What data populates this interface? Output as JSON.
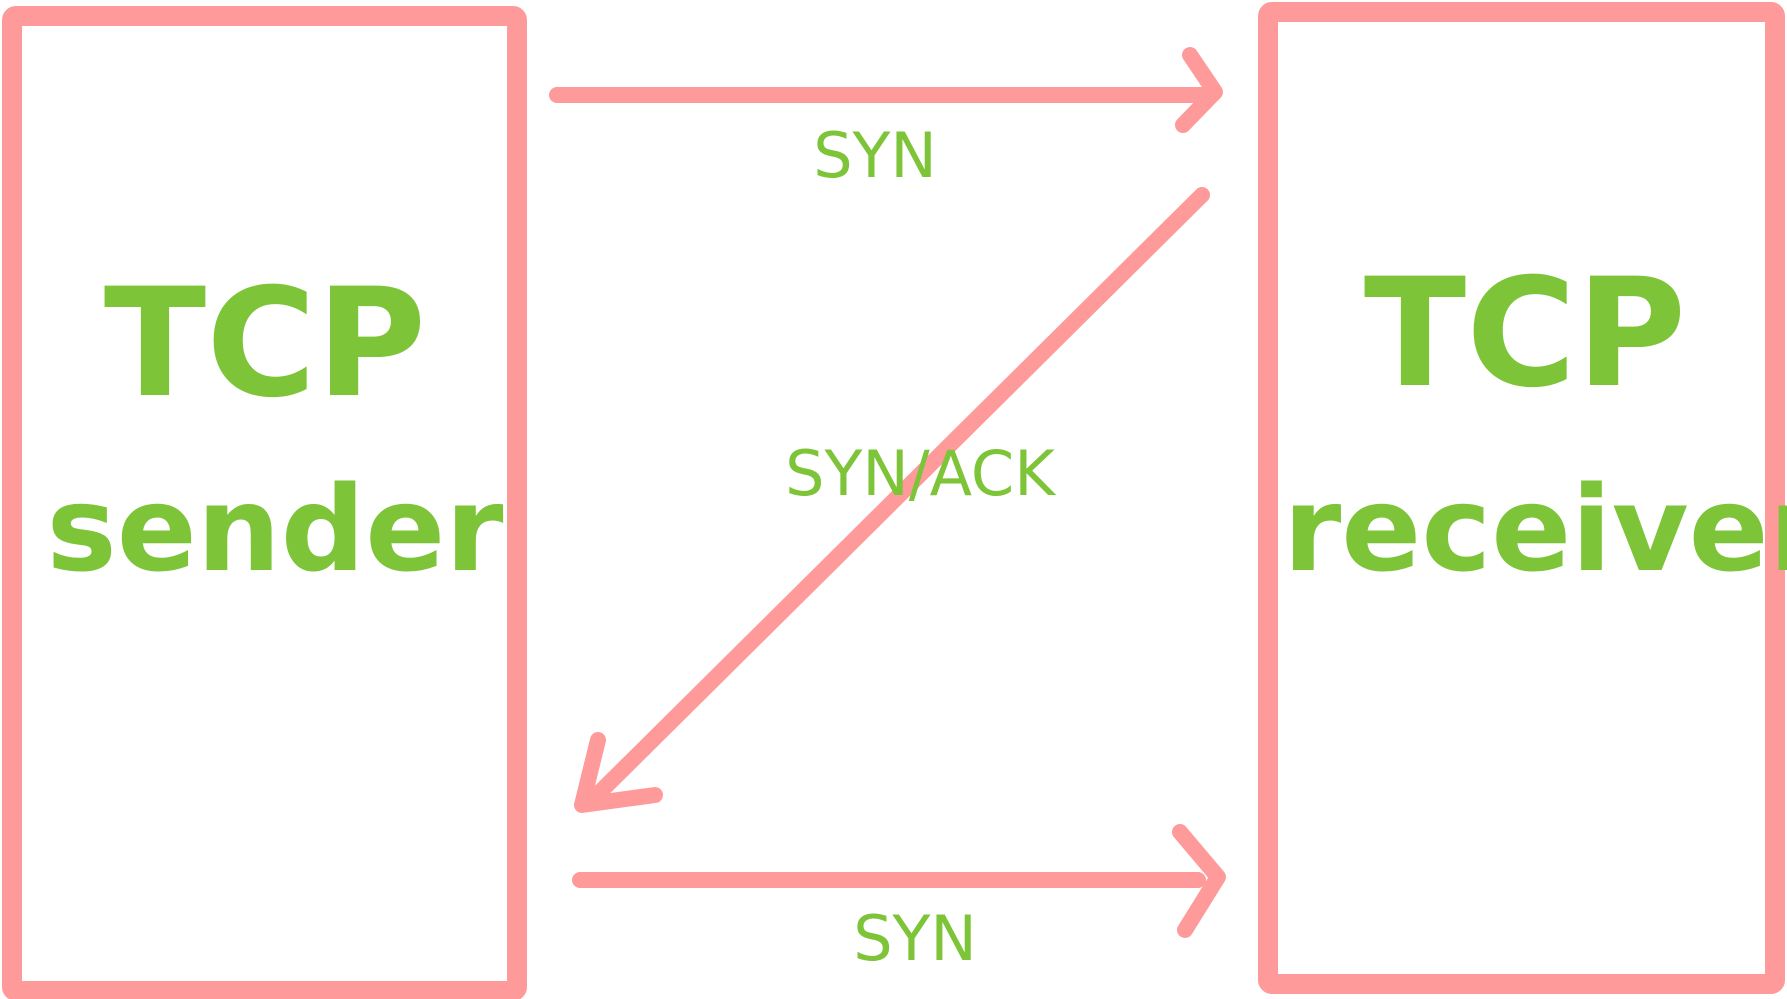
{
  "sender": {
    "title": "TCP",
    "subtitle": "sender"
  },
  "receiver": {
    "title": "TCP",
    "subtitle": "receiver"
  },
  "messages": [
    {
      "label": "SYN",
      "direction": "sender-to-receiver"
    },
    {
      "label": "SYN/ACK",
      "direction": "receiver-to-sender"
    },
    {
      "label": "SYN",
      "direction": "sender-to-receiver"
    }
  ],
  "colors": {
    "box_and_arrow": "#ff9a9a",
    "text": "#7dc439",
    "background": "#ffffff"
  }
}
